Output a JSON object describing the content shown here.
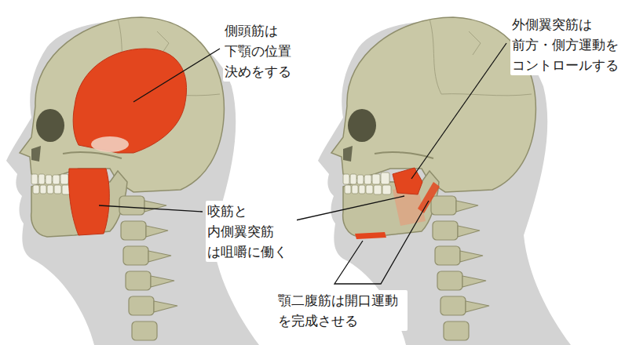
{
  "diagram": {
    "labels": [
      "側頭筋は 下顎の位置 決めをする",
      "咬筋と 内側翼突筋 は咀嚼に働く",
      "外側翼突筋は 前方・側方運動を コントロールする",
      "顎二腹筋は開口運動 を完成させる"
    ]
  }
}
